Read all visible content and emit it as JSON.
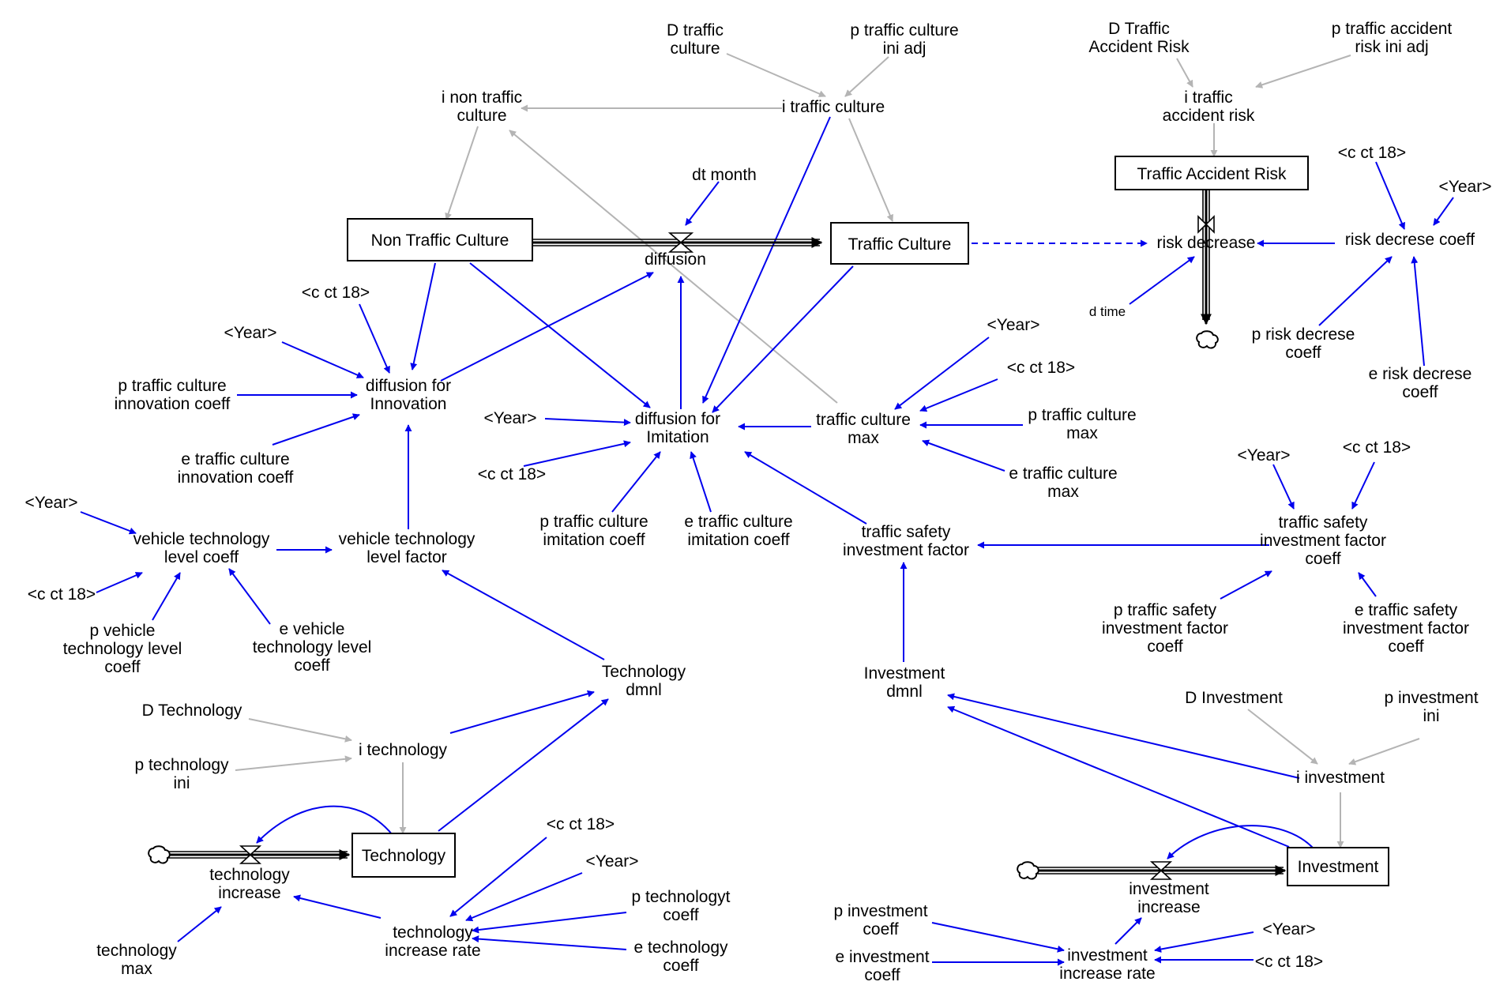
{
  "nodes": {
    "d_traffic_culture": [
      "D traffic",
      "culture"
    ],
    "p_traffic_culture_ini_adj": [
      "p traffic culture",
      "ini adj"
    ],
    "d_traffic_accident_risk": [
      "D Traffic",
      "Accident Risk"
    ],
    "p_traffic_accident_risk_ini_adj": [
      "p traffic accident",
      "risk ini adj"
    ],
    "i_non_traffic_culture": [
      "i non traffic",
      "culture"
    ],
    "i_traffic_culture": [
      "i traffic culture"
    ],
    "i_traffic_accident_risk": [
      "i traffic",
      "accident risk"
    ],
    "dt_month": [
      "dt month"
    ],
    "c_ct_18_a": [
      "<c ct 18>"
    ],
    "year_a": [
      "<Year>"
    ],
    "risk_decrease": [
      "risk decrease"
    ],
    "risk_decrese_coeff": [
      "risk decrese coeff"
    ],
    "d_time": [
      "d time"
    ],
    "diffusion": [
      "diffusion"
    ],
    "c_ct_18_b": [
      "<c ct 18>"
    ],
    "year_b": [
      "<Year>"
    ],
    "p_risk_decrese_coeff": [
      "p risk decrese",
      "coeff"
    ],
    "e_risk_decrese_coeff": [
      "e risk decrese",
      "coeff"
    ],
    "year_c": [
      "<Year>"
    ],
    "c_ct_18_c": [
      "<c ct 18>"
    ],
    "p_traffic_culture_max": [
      "p traffic culture",
      "max"
    ],
    "e_traffic_culture_max": [
      "e traffic culture",
      "max"
    ],
    "traffic_culture_max": [
      "traffic culture",
      "max"
    ],
    "diffusion_for_innovation": [
      "diffusion for",
      "Innovation"
    ],
    "p_traffic_culture_innovation_coeff": [
      "p traffic culture",
      "innovation coeff"
    ],
    "e_traffic_culture_innovation_coeff": [
      "e traffic culture",
      "innovation coeff"
    ],
    "year_d": [
      "<Year>"
    ],
    "diffusion_for_imitation": [
      "diffusion for",
      "Imitation"
    ],
    "c_ct_18_d": [
      "<c ct 18>"
    ],
    "p_traffic_culture_imitation_coeff": [
      "p traffic culture",
      "imitation coeff"
    ],
    "e_traffic_culture_imitation_coeff": [
      "e traffic culture",
      "imitation coeff"
    ],
    "year_e": [
      "<Year>"
    ],
    "c_ct_18_e": [
      "<c ct 18>"
    ],
    "traffic_safety_investment_factor_coeff": [
      "traffic safety",
      "investment factor",
      "coeff"
    ],
    "traffic_safety_investment_factor": [
      "traffic safety",
      "investment factor"
    ],
    "year_f": [
      "<Year>"
    ],
    "vehicle_technology_level_coeff": [
      "vehicle technology",
      "level coeff"
    ],
    "vehicle_technology_level_factor": [
      "vehicle technology",
      "level factor"
    ],
    "c_ct_18_f": [
      "<c ct 18>"
    ],
    "p_vehicle_technology_level_coeff": [
      "p vehicle",
      "technology level",
      "coeff"
    ],
    "e_vehicle_technology_level_coeff": [
      "e vehicle",
      "technology level",
      "coeff"
    ],
    "p_traffic_safety_investment_factor_coeff": [
      "p traffic safety",
      "investment factor",
      "coeff"
    ],
    "e_traffic_safety_investment_factor_coeff": [
      "e traffic safety",
      "investment factor",
      "coeff"
    ],
    "technology_dmnl": [
      "Technology",
      "dmnl"
    ],
    "investment_dmnl": [
      "Investment",
      "dmnl"
    ],
    "d_technology": [
      "D Technology"
    ],
    "i_technology": [
      "i technology"
    ],
    "p_technology_ini": [
      "p technology",
      "ini"
    ],
    "d_investment": [
      "D Investment"
    ],
    "p_investment_ini": [
      "p investment",
      "ini"
    ],
    "i_investment": [
      "i investment"
    ],
    "technology_increase": [
      "technology",
      "increase"
    ],
    "c_ct_18_g": [
      "<c ct 18>"
    ],
    "year_g": [
      "<Year>"
    ],
    "p_technologyt_coeff": [
      "p technologyt",
      "coeff"
    ],
    "e_technology_coeff": [
      "e technology",
      "coeff"
    ],
    "technology_increase_rate": [
      "technology",
      "increase rate"
    ],
    "technology_max": [
      "technology",
      "max"
    ],
    "investment_increase": [
      "investment",
      "increase"
    ],
    "p_investment_coeff": [
      "p investment",
      "coeff"
    ],
    "e_investment_coeff": [
      "e investment",
      "coeff"
    ],
    "investment_increase_rate": [
      "investment",
      "increase rate"
    ],
    "year_h": [
      "<Year>"
    ],
    "c_ct_18_h": [
      "<c ct 18>"
    ]
  },
  "stocks": {
    "non_traffic_culture": "Non Traffic Culture",
    "traffic_culture": "Traffic Culture",
    "traffic_accident_risk": "Traffic Accident Risk",
    "technology": "Technology",
    "investment": "Investment"
  },
  "colors": {
    "causal_link": "#0000ee",
    "info_link": "#b4b4b4",
    "flow_pipe": "#000000",
    "text": "#000000"
  }
}
